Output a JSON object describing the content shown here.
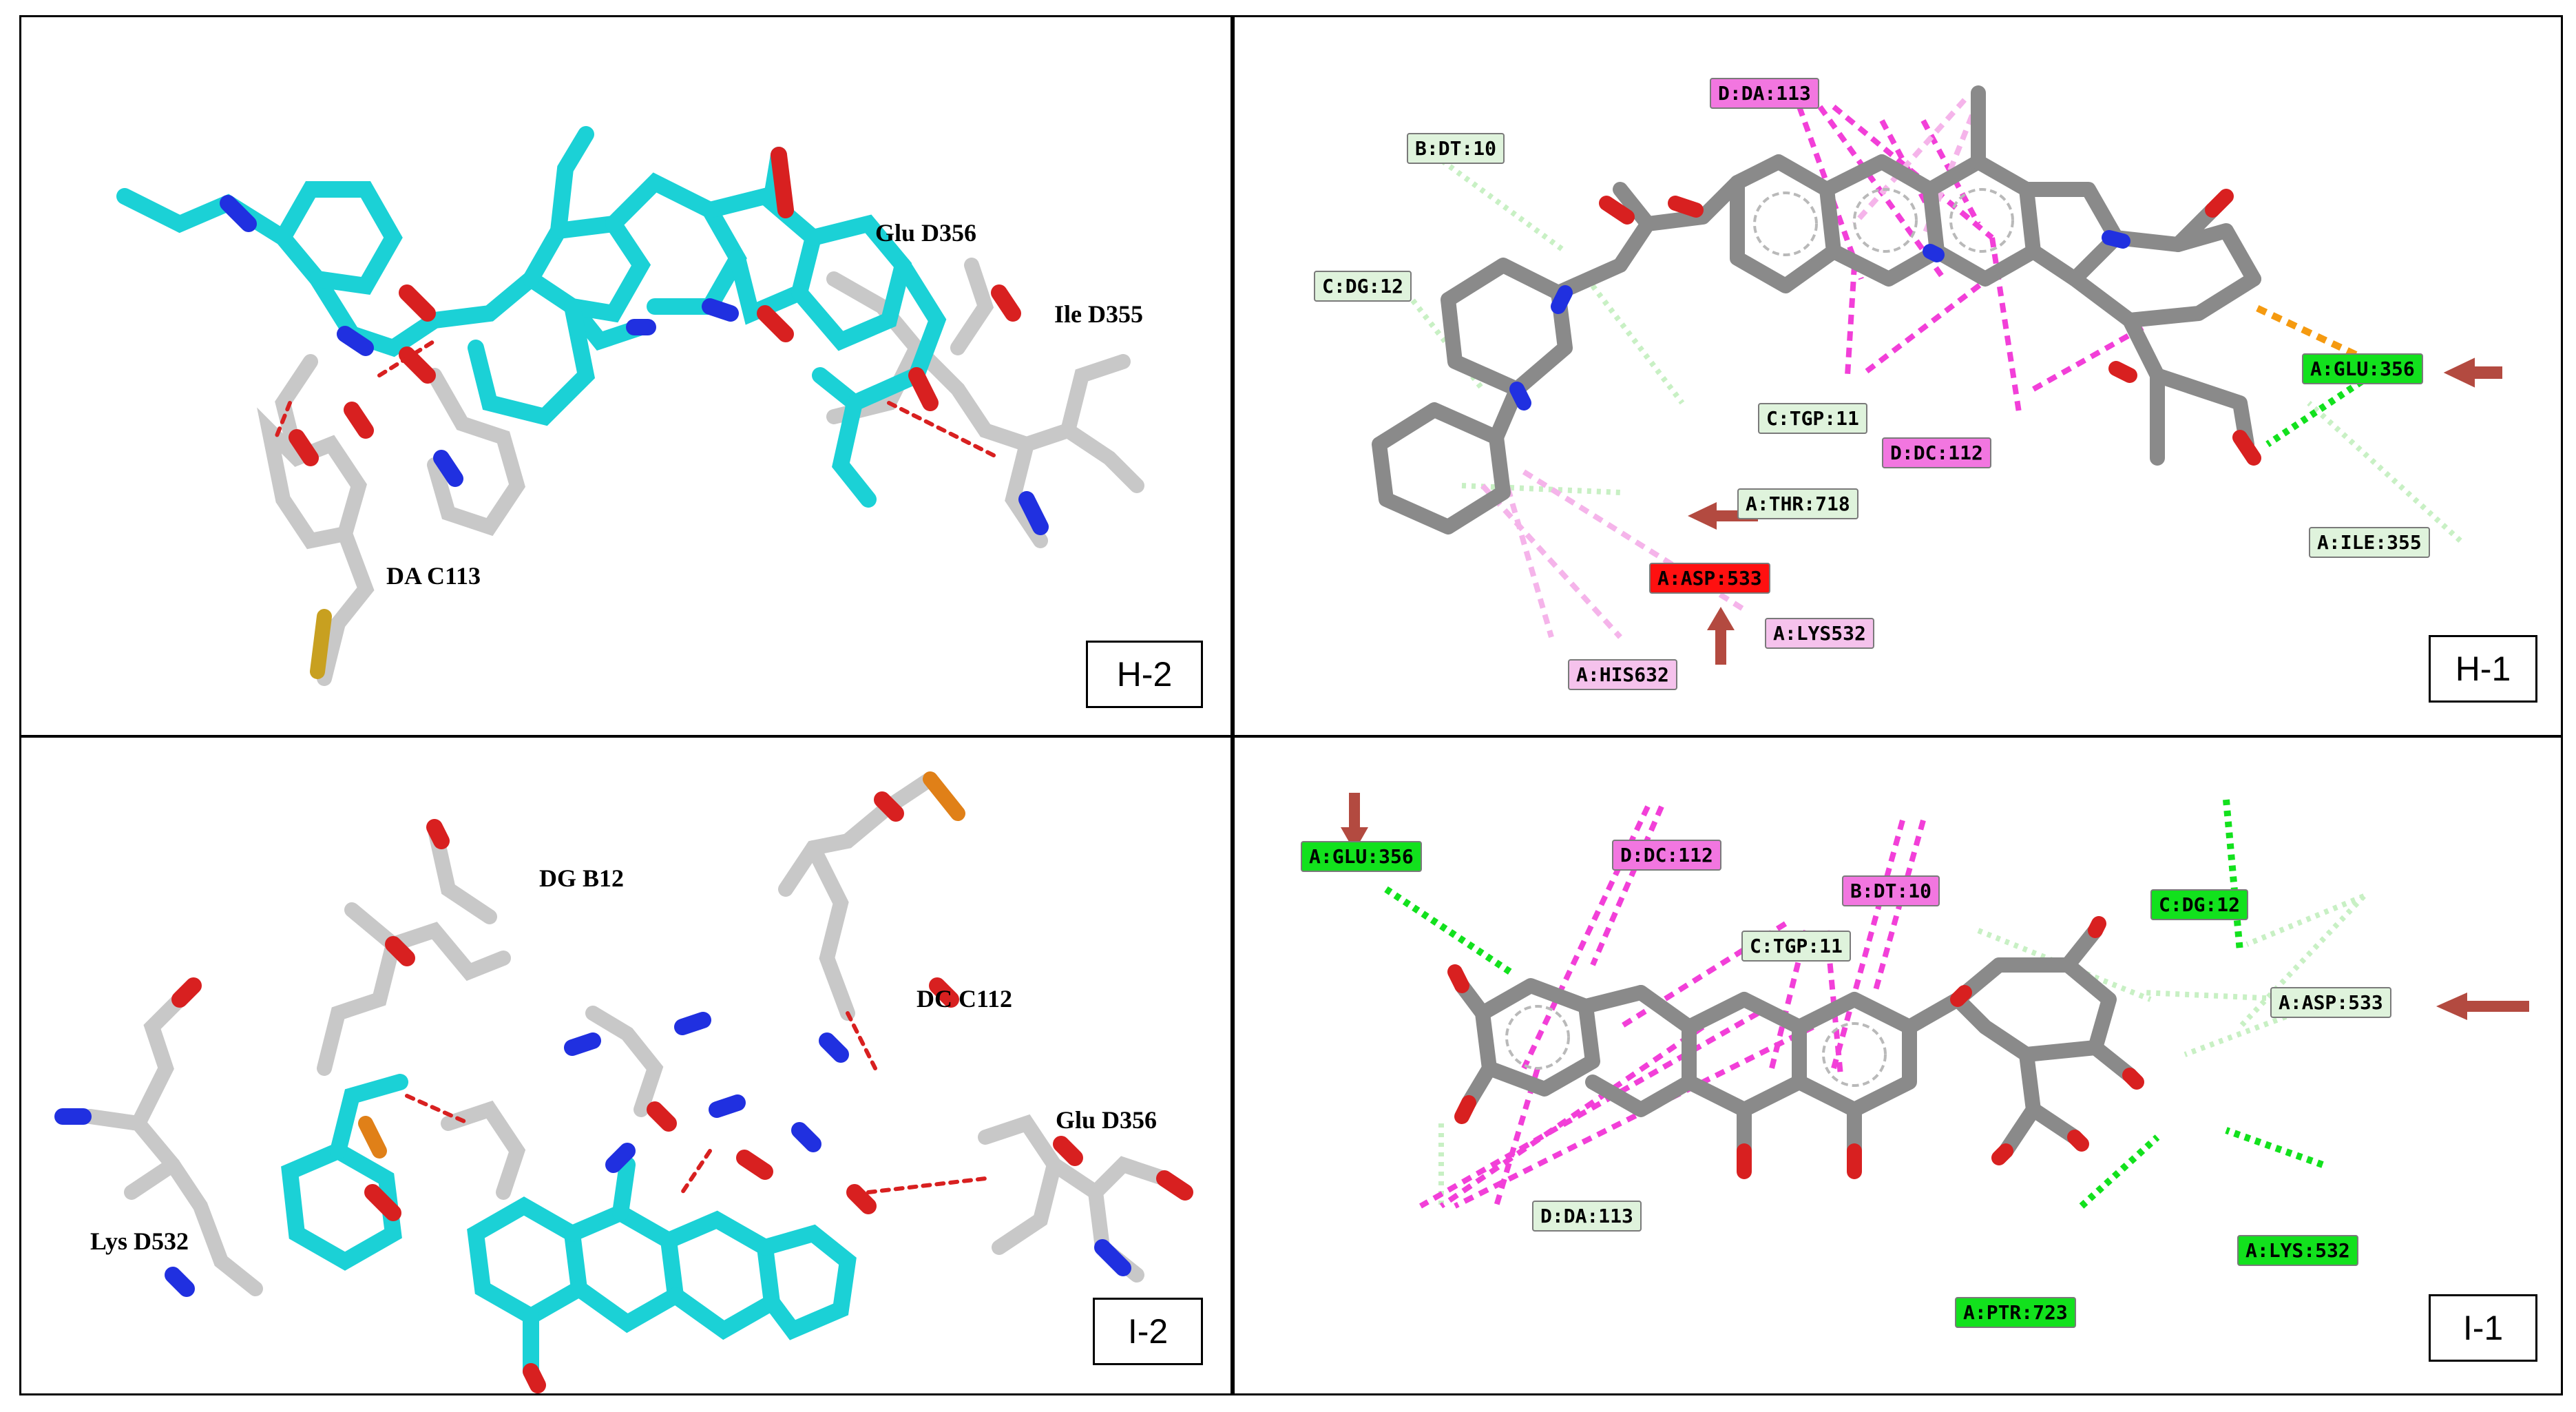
{
  "panels": {
    "h2": {
      "label": "H-2",
      "residues": [
        "Glu D356",
        "Ile D355",
        "DA C113"
      ]
    },
    "h1": {
      "label": "H-1",
      "residues": [
        "D:DA:113",
        "B:DT:10",
        "C:DG:12",
        "C:TGP:11",
        "D:DC:112",
        "A:GLU:356",
        "A:THR:718",
        "A:ILE:355",
        "A:ASP:533",
        "A:LYS532",
        "A:HIS632"
      ]
    },
    "i2": {
      "label": "I-2",
      "residues": [
        "DG B12",
        "DC C112",
        "Glu D356",
        "Lys D532"
      ]
    },
    "i1": {
      "label": "I-1",
      "residues": [
        "A:GLU:356",
        "D:DC:112",
        "B:DT:10",
        "C:TGP:11",
        "C:DG:12",
        "A:ASP:533",
        "D:DA:113",
        "A:LYS:532",
        "A:PTR:723"
      ]
    }
  },
  "colors": {
    "ligand_cyan": "#1bd1d6",
    "residue_grey": "#c8c8c8",
    "nitrogen_blue": "#2030e0",
    "oxygen_red": "#d82020",
    "sulfur_yellow": "#c8a020",
    "phosphorus_orange": "#e08018",
    "hbond_green": "#12e11d",
    "weak_green": "#c8f0c4",
    "pi_pink": "#f23fd8",
    "light_pink": "#f5b4ea",
    "halogen_orange": "#f59a10",
    "arrow_brown": "#b34a40",
    "bond_grey": "#8a8a8a"
  },
  "icons": [
    "down-arrow-icon",
    "left-arrow-icon",
    "up-arrow-icon"
  ]
}
